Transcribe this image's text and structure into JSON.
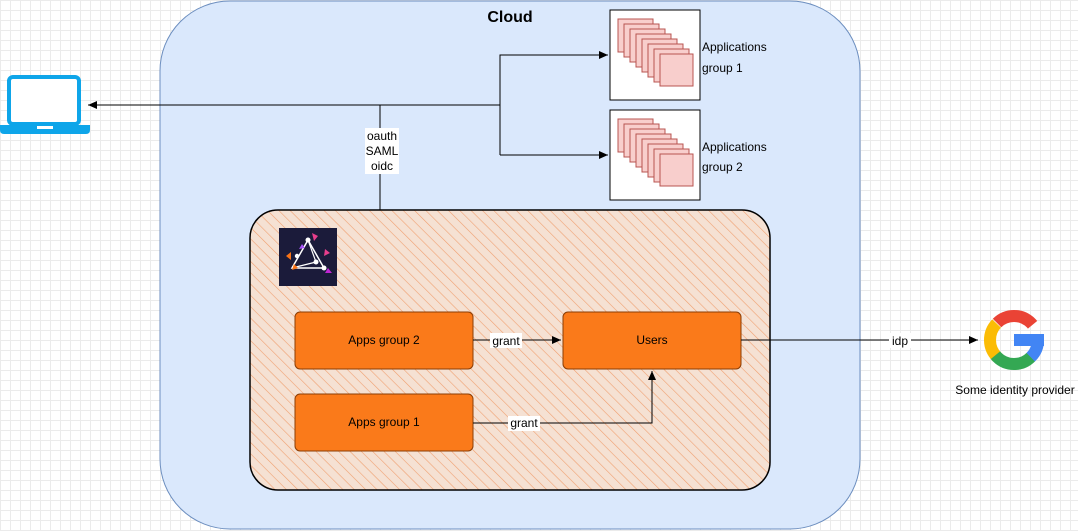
{
  "cloud": {
    "title": "Cloud"
  },
  "auth_protocols": [
    "oauth",
    "SAML",
    "oidc"
  ],
  "app_groups": [
    {
      "label_line1": "Applications",
      "label_line2": "group 1"
    },
    {
      "label_line1": "Applications",
      "label_line2": "group 2"
    }
  ],
  "inner": {
    "apps_group_2": "Apps group 2",
    "apps_group_1": "Apps group 1",
    "users": "Users",
    "grant_label_1": "grant",
    "grant_label_2": "grant"
  },
  "idp": {
    "edge_label": "idp",
    "provider_label": "Some identity provider"
  },
  "colors": {
    "cloud_fill": "#dae8fc",
    "cloud_stroke": "#6c8ebf",
    "orange": "#fa7a1a",
    "orange_stroke": "#b85c0e",
    "app_fill": "#f8cecc",
    "app_stroke": "#b85450",
    "laptop": "#0ea5e9",
    "logo_bg": "#1b1b3a"
  },
  "icons": [
    "laptop-icon",
    "keycloak-logo-icon",
    "google-g-icon",
    "stacked-apps-icon"
  ]
}
